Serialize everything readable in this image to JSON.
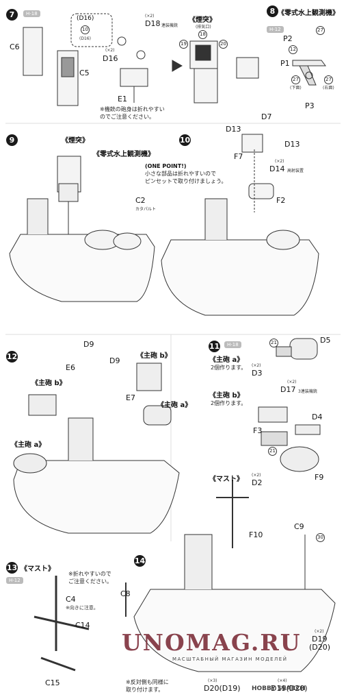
{
  "steps": {
    "s7": "7",
    "s8": "8",
    "s9": "9",
    "s10": "10",
    "s11": "11",
    "s12": "12",
    "s13": "13",
    "s14": "14"
  },
  "badges": {
    "b7": "H-18",
    "b8": "H-12",
    "b11": "H-18",
    "b13": "H-12"
  },
  "step7": {
    "c6": "C6",
    "c5": "C5",
    "d16_box": "(D16)",
    "ten": "10",
    "ten_sub": "(D16)",
    "x2_d16": "(×2)",
    "d16": "D16",
    "x2_d18": "(×2)",
    "d18": "D18",
    "d18_note": "連装機銃",
    "e1": "E1",
    "smoke_title": "《煙突》",
    "smoke_sub": "(排気口)",
    "n18": "18",
    "n19": "19",
    "n20": "20",
    "note": "※機銃の砲身は折れやすい\nのでご注意ください。"
  },
  "step8": {
    "title": "《零式水上観測機》",
    "p2": "P2",
    "p1": "P1",
    "p3": "P3",
    "n27a": "27",
    "n12": "12",
    "n27b": "27",
    "n27c": "27",
    "lower": "(下面)",
    "right": "(右面)"
  },
  "step9": {
    "smoke_title": "《煙突》",
    "plane_title": "《零式水上観測機》",
    "one_point": "(ONE POINT!)",
    "one_point_text": "小さな部品は折れやすいので\nピンセットで取り付けましょう。",
    "c2": "C2",
    "c2_note": "カタパルト"
  },
  "step10": {
    "d13a": "D13",
    "d7": "D7",
    "d13b": "D13",
    "f7": "F7",
    "x2": "(×2)",
    "d14": "D14",
    "d14_note": "高射装置",
    "f2": "F2"
  },
  "step11": {
    "turret_a": "《主砲 a》",
    "make_two_a": "2個作ります。",
    "n21a": "21",
    "d3": "D3",
    "x2a": "(×2)",
    "d5": "D5",
    "turret_b": "《主砲 b》",
    "make_two_b": "2個作ります。",
    "x2b": "(×2)",
    "d17": "D17",
    "d17_note": "3連装機銃",
    "f3": "F3",
    "d4": "D4",
    "n21b": "21",
    "x2c": "(×2)",
    "d2": "D2",
    "f9": "F9"
  },
  "step12": {
    "d9a": "D9",
    "e6": "E6",
    "d9b": "D9",
    "e7": "E7",
    "turret_b1": "《主砲 b》",
    "turret_b2": "《主砲 b》",
    "turret_a1": "《主砲 a》",
    "turret_a2": "《主砲 a》"
  },
  "step13": {
    "title": "《マスト》",
    "note": "※折れやすいので\nご注意ください。",
    "c4": "C4",
    "c4_note": "※向きに注意。",
    "c14": "C14",
    "c15": "C15"
  },
  "step14": {
    "mast": "《マスト》",
    "f10": "F10",
    "c9": "C9",
    "n30": "30",
    "c8": "C8",
    "x2": "(×2)",
    "d19": "D19",
    "d20p": "(D20)",
    "x3": "(×3)",
    "d20d19": "D20(D19)",
    "x4": "(×4)",
    "d19d20": "D19(D20)",
    "bottom_note": "※反対側も同様に\n取り付けます。"
  },
  "watermark": {
    "main": "UNOMAG.RU",
    "sub": "МАСШТАБНЫЙ МАГАЗИН МОДЕЛЕЙ"
  },
  "footer_logo": "HOBBY SEARCH"
}
